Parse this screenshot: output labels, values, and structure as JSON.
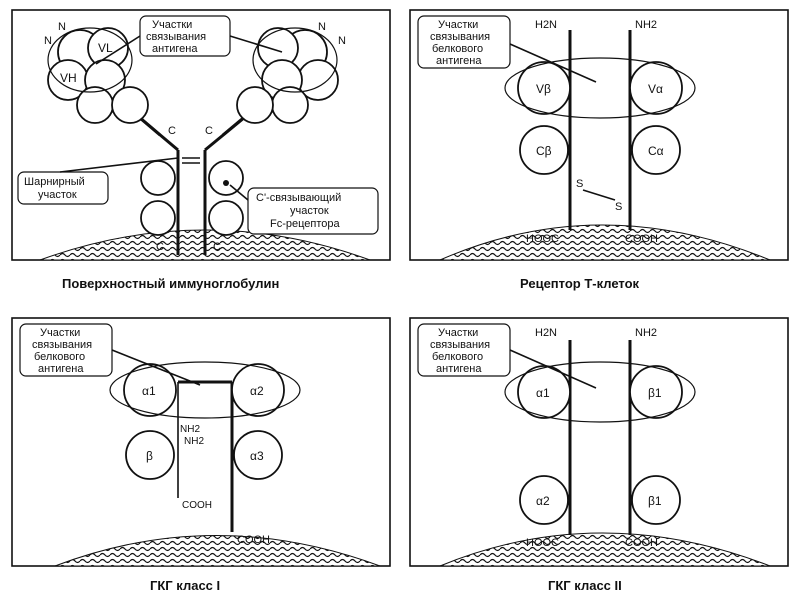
{
  "panels": {
    "ig": {
      "caption": "Поверхностный иммуноглобулин",
      "binding_note": [
        "Участки",
        "связывания",
        "антигена"
      ],
      "n_left": "N",
      "n_left2": "N",
      "n_right": "N",
      "n_right2": "N",
      "vl": "VL",
      "vh": "VH",
      "c_left": "C",
      "c_right": "C",
      "c_bottom_left": "C",
      "c_bottom_right": "C",
      "hinge_label": [
        "Шарнирный",
        "участок"
      ],
      "fc_label": [
        "C'-связывающий",
        "участок",
        "Fc-рецептора"
      ]
    },
    "tcr": {
      "caption": "Рецептор Т-клеток",
      "binding_note": [
        "Участки",
        "связывания",
        "белкового",
        "антигена"
      ],
      "h2n": "H2N",
      "nh2": "NH2",
      "vb": "Vβ",
      "va": "Vα",
      "cb": "Cβ",
      "ca": "Cα",
      "s1": "S",
      "s2": "S",
      "hooc": "HOOC",
      "cooh": "COOH"
    },
    "mhc1": {
      "caption": "ГКГ класс I",
      "binding_note": [
        "Участки",
        "связывания",
        "белкового",
        "антигена"
      ],
      "a1": "α1",
      "a2": "α2",
      "a3": "α3",
      "b": "β",
      "nh2a": "NH2",
      "nh2b": "NH2",
      "cooh1": "COOH",
      "cooh2": "COOH"
    },
    "mhc2": {
      "caption": "ГКГ класс II",
      "binding_note": [
        "Участки",
        "связывания",
        "белкового",
        "антигена"
      ],
      "h2n": "H2N",
      "nh2": "NH2",
      "a1": "α1",
      "b1a": "β1",
      "a2": "α2",
      "b1b": "β1",
      "hooc": "HOOC",
      "cooh": "COOH"
    }
  }
}
